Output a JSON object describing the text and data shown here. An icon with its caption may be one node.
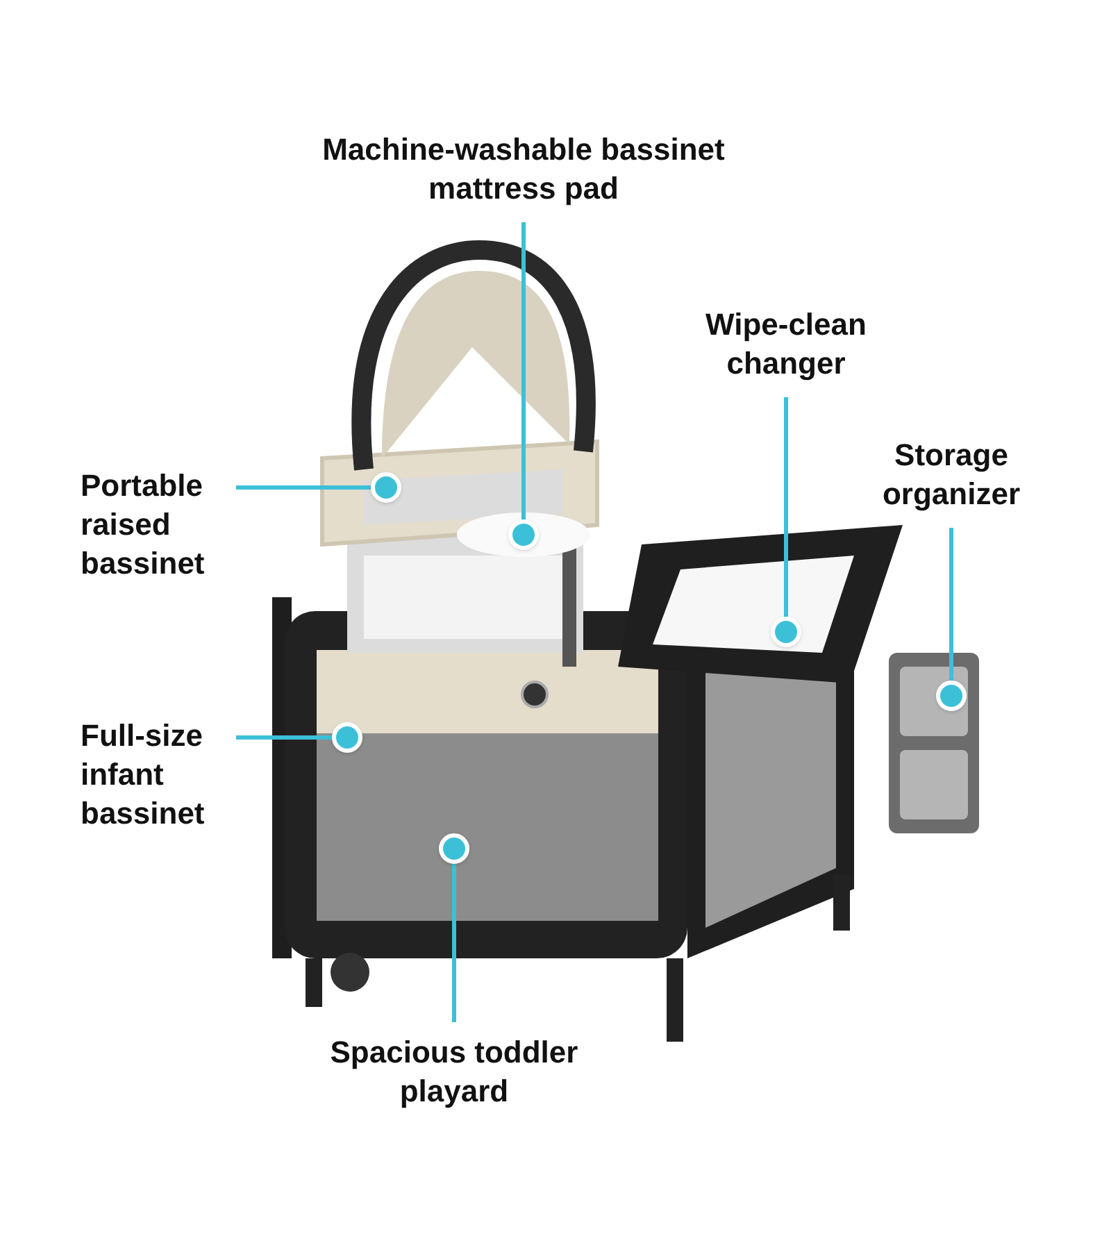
{
  "diagram": {
    "nodes": [
      {
        "text": [
          "Machine-washable bassinet mattress pad"
        ]
      },
      {
        "text": [],
        "shape": "circle"
      },
      {
        "text": [
          "Wipe-clean changer"
        ]
      },
      {
        "text": [],
        "shape": "circle"
      },
      {
        "text": [
          "Portable raised bassinet"
        ]
      },
      {
        "text": [],
        "shape": "circle"
      },
      {
        "text": [
          "Storage organizer"
        ]
      },
      {
        "text": [],
        "shape": "circle"
      },
      {
        "text": [
          "Full-size infant bassinet"
        ]
      },
      {
        "text": [],
        "shape": "circle"
      },
      {
        "text": [
          "Spacious toddler playard"
        ]
      },
      {
        "text": [],
        "shape": "circle"
      }
    ],
    "edges": [
      {
        "from": 0,
        "to": 1,
        "arrow": "none"
      },
      {
        "from": 2,
        "to": 3,
        "arrow": "none"
      },
      {
        "from": 4,
        "to": 5,
        "arrow": "none"
      },
      {
        "from": 6,
        "to": 7,
        "arrow": "none"
      },
      {
        "from": 8,
        "to": 9,
        "arrow": "none"
      },
      {
        "from": 10,
        "to": 11,
        "arrow": "none"
      }
    ]
  }
}
